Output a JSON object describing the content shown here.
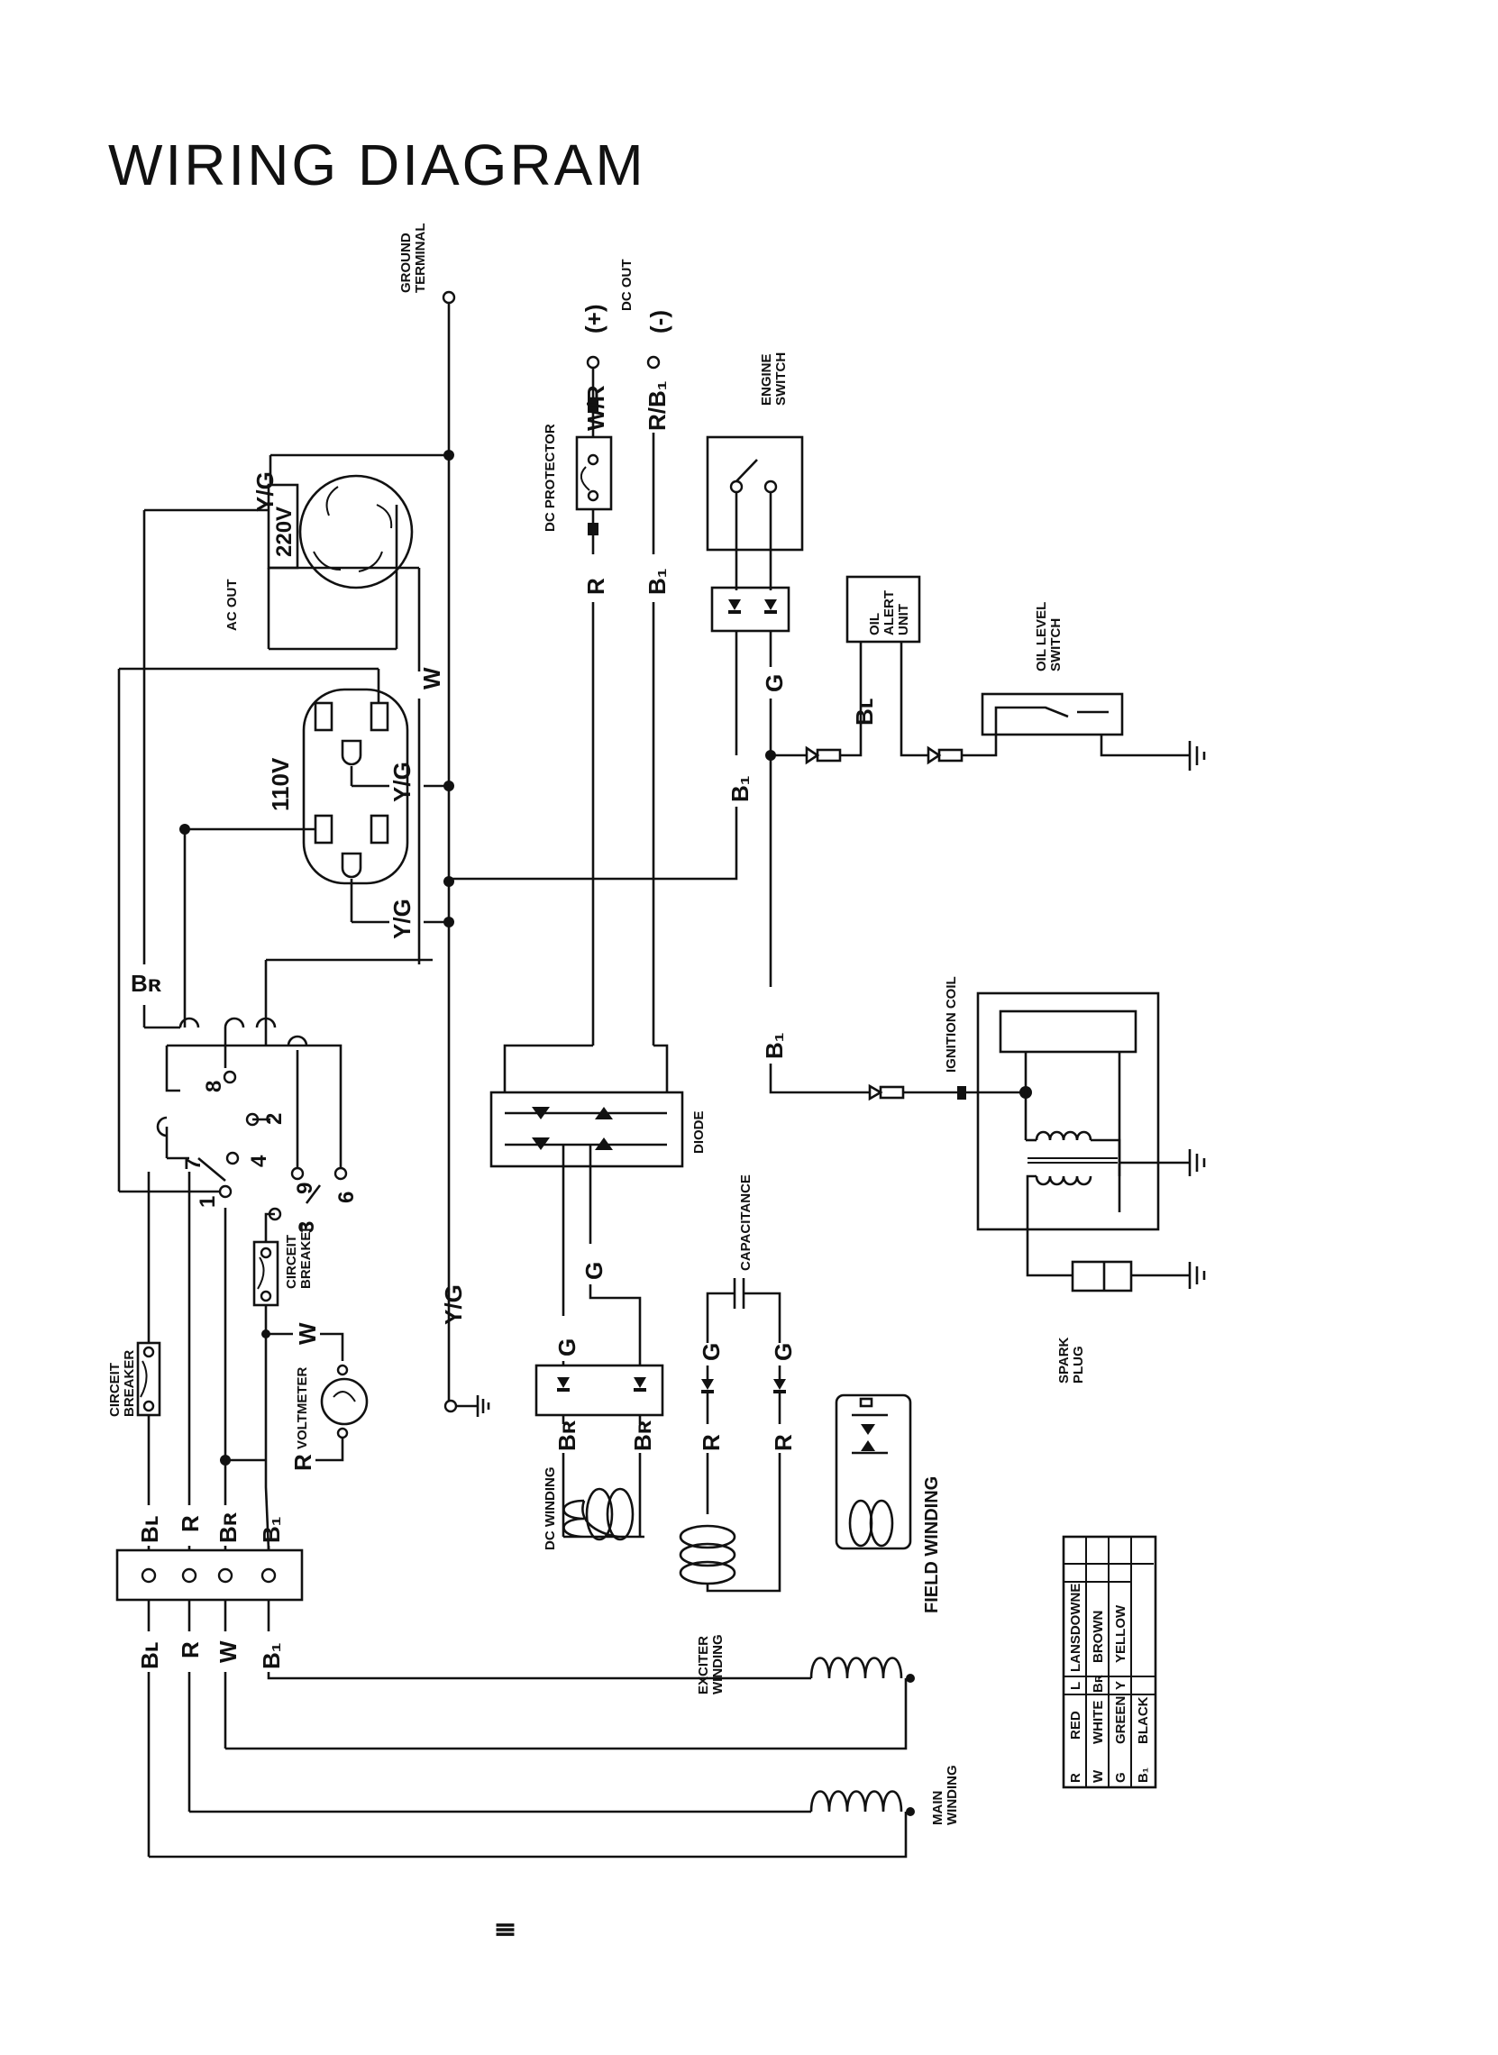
{
  "title": "WIRING DIAGRAM",
  "labels": {
    "ground_terminal": [
      "GROUND",
      "TERMINAL"
    ],
    "dc_out": "DC OUT",
    "dc_plus": "(+)",
    "dc_minus": "(-)",
    "dc_protector": "DC PROTECTOR",
    "engine_switch": [
      "ENGINE",
      "SWITCH"
    ],
    "oil_alert": [
      "OIL",
      "ALERT",
      "UNIT"
    ],
    "oil_level": [
      "OIL LEVEL",
      "SWITCH"
    ],
    "ac_out": "AC OUT",
    "v220": "220V",
    "v110": "110V",
    "ignition_coil": "IGNITION COIL",
    "diode": "DIODE",
    "capacitance": "CAPACITANCE",
    "spark_plug": [
      "SPARK",
      "PLUG"
    ],
    "circuit_breaker_1": [
      "CIRCEIT",
      "BREAKER"
    ],
    "circuit_breaker_2": [
      "CIRCEIT",
      "BREAKER"
    ],
    "voltmeter": "VOLTMETER",
    "dc_winding": "DC WINDING",
    "exciter_winding": [
      "EXCITER",
      "WINDING"
    ],
    "field_winding": "FIELD WINDING",
    "main_winding": [
      "MAIN",
      "WINDING"
    ],
    "bottom_mark": "Ⅲ"
  },
  "wires": {
    "yg": "Y/G",
    "w": "W",
    "r": "R",
    "b1": "B₁",
    "g": "G",
    "br": "Bʀ",
    "bl": "Bʟ",
    "wr": "W/R",
    "rb1": "R/B₁"
  },
  "switch_numbers": [
    "8",
    "2",
    "7",
    "4",
    "1",
    "9",
    "3",
    "6"
  ],
  "legend": {
    "rows": [
      {
        "code": "R",
        "name": "RED"
      },
      {
        "code": "W",
        "name": "WHITE"
      },
      {
        "code": "G",
        "name": "GREEN"
      },
      {
        "code": "B₁",
        "name": "BLACK"
      }
    ],
    "rows2": [
      {
        "code": "L",
        "name": "LANSDOWNE"
      },
      {
        "code": "Bʀ",
        "name": "BROWN"
      },
      {
        "code": "Y",
        "name": "YELLOW"
      }
    ]
  }
}
